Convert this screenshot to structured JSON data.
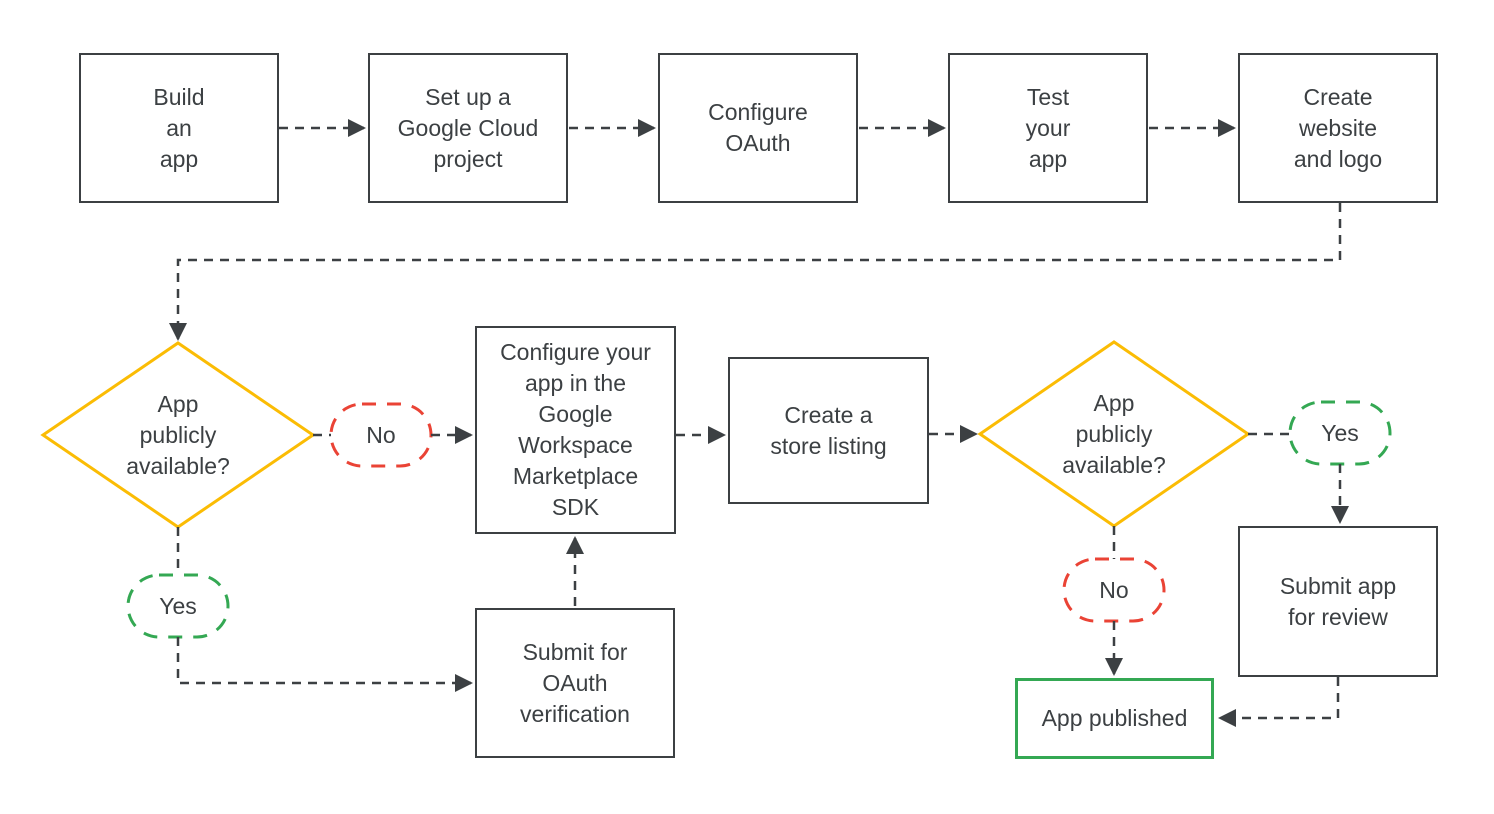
{
  "colors": {
    "gray": "#3c4043",
    "yellow": "#fbbc04",
    "red": "#ea4335",
    "green": "#34a853",
    "bg": "#ffffff"
  },
  "nodes": {
    "build_an_app": "Build\nan\napp",
    "setup_project": "Set up a\nGoogle Cloud\nproject",
    "configure_oauth": "Configure\nOAuth",
    "test_your_app": "Test\nyour\napp",
    "create_website": "Create\nwebsite\nand logo",
    "configure_sdk": "Configure your\napp in the\nGoogle\nWorkspace\nMarketplace\nSDK",
    "store_listing": "Create a\nstore listing",
    "oauth_verification": "Submit for\nOAuth\nverification",
    "submit_review": "Submit app\nfor review",
    "app_published": "App published"
  },
  "decisions": {
    "decision1": "App\npublicly\navailable?",
    "decision2": "App\npublicly\navailable?"
  },
  "edge_labels": {
    "no1": "No",
    "yes1": "Yes",
    "yes2": "Yes",
    "no2": "No"
  }
}
